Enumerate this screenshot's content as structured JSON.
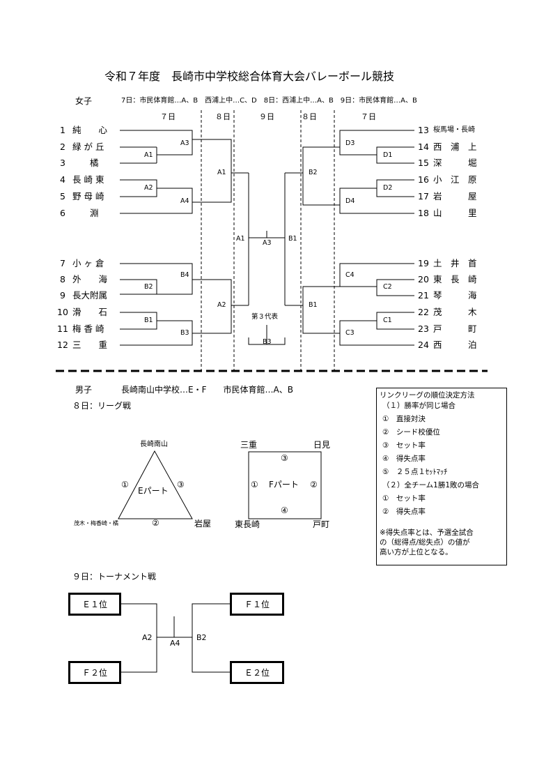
{
  "title": "令和７年度　長崎市中学校総合体育大会バレーボール競技",
  "girls": {
    "label": "女子",
    "venues": "7日：市民体育館…A、B　西浦上中…C、D　8日：西浦上中…A、B　9日：市民体育館…A、B",
    "day_headers": [
      "７日",
      "８日",
      "９日",
      "８日",
      "７日"
    ],
    "left_teams": [
      {
        "no": "1",
        "name": "純　　心"
      },
      {
        "no": "2",
        "name": "緑 が 丘"
      },
      {
        "no": "3",
        "name": "　　橘"
      },
      {
        "no": "4",
        "name": "長 崎 東"
      },
      {
        "no": "5",
        "name": "野 母 崎"
      },
      {
        "no": "6",
        "name": "　　淵"
      },
      {
        "no": "7",
        "name": "小 ヶ 倉"
      },
      {
        "no": "8",
        "name": "外　　海"
      },
      {
        "no": "9",
        "name": "長大附属"
      },
      {
        "no": "10",
        "name": "滑　　石"
      },
      {
        "no": "11",
        "name": "梅 香 崎"
      },
      {
        "no": "12",
        "name": "三　　重"
      }
    ],
    "right_teams": [
      {
        "no": "13",
        "name": "桜馬場・長崎"
      },
      {
        "no": "14",
        "name": "西　浦　上"
      },
      {
        "no": "15",
        "name": "深　　　堀"
      },
      {
        "no": "16",
        "name": "小　江　原"
      },
      {
        "no": "17",
        "name": "岩　　　屋"
      },
      {
        "no": "18",
        "name": "山　　　里"
      },
      {
        "no": "19",
        "name": "土　井　首"
      },
      {
        "no": "20",
        "name": "東　長　崎"
      },
      {
        "no": "21",
        "name": "琴　　　海"
      },
      {
        "no": "22",
        "name": "茂　　　木"
      },
      {
        "no": "23",
        "name": "戸　　　町"
      },
      {
        "no": "24",
        "name": "西　　　泊"
      }
    ],
    "match_labels": {
      "a1_left1": "A1",
      "a3_left": "A3",
      "a2_left1": "A2",
      "a4_left": "A4",
      "a1_mid": "A1",
      "b2_left": "B2",
      "b4_left": "B4",
      "b1_left1": "B1",
      "b3_left": "B3",
      "a2_mid": "A2",
      "a1_semi": "A1",
      "a3_final": "A3",
      "b1_semi": "B1",
      "d3": "D3",
      "d1": "D1",
      "d2": "D2",
      "d4": "D4",
      "b2_mid": "B2",
      "c4": "C4",
      "c2": "C2",
      "c1": "C1",
      "c3": "C3",
      "b1_mid": "B1"
    },
    "third_rep": "第３代表",
    "third_match": "B3"
  },
  "boys": {
    "label": "男子",
    "venues": "長崎南山中学校…E・F　　市民体育館…A、B",
    "day8": "８日：リーグ戦",
    "league_e": {
      "top": "長崎南山",
      "left": "茂木・梅香崎・橘",
      "right": "岩屋",
      "center": "Eパート",
      "m1": "①",
      "m2": "②",
      "m3": "③"
    },
    "league_f": {
      "top_left": "三重",
      "top_right": "日見",
      "bottom_left": "東長崎",
      "bottom_right": "戸町",
      "center": "Fパート",
      "m1": "①",
      "m2": "②",
      "m3": "③",
      "m4": "④"
    },
    "day9": "９日：トーナメント戦",
    "tournament": {
      "e1": "Ｅ１位",
      "f2": "Ｆ２位",
      "f1": "Ｆ１位",
      "e2": "Ｅ２位",
      "a2": "A2",
      "a4": "A4",
      "b2": "B2"
    }
  },
  "rules": {
    "title": "リンクリーグの順位決定方法",
    "items": [
      "（１）勝率が同じ場合",
      "①　直接対決",
      "②　シード校優位",
      "③　セット率",
      "④　得失点率",
      "⑤　２５点１ｾｯﾄﾏｯﾁ",
      "（２）全チーム1勝1敗の場合",
      "①　セット率",
      "②　得失点率"
    ],
    "note": [
      "※得失点率とは、予選全試合",
      "の（総得点/総失点）の値が",
      "高い方が上位となる。"
    ]
  }
}
